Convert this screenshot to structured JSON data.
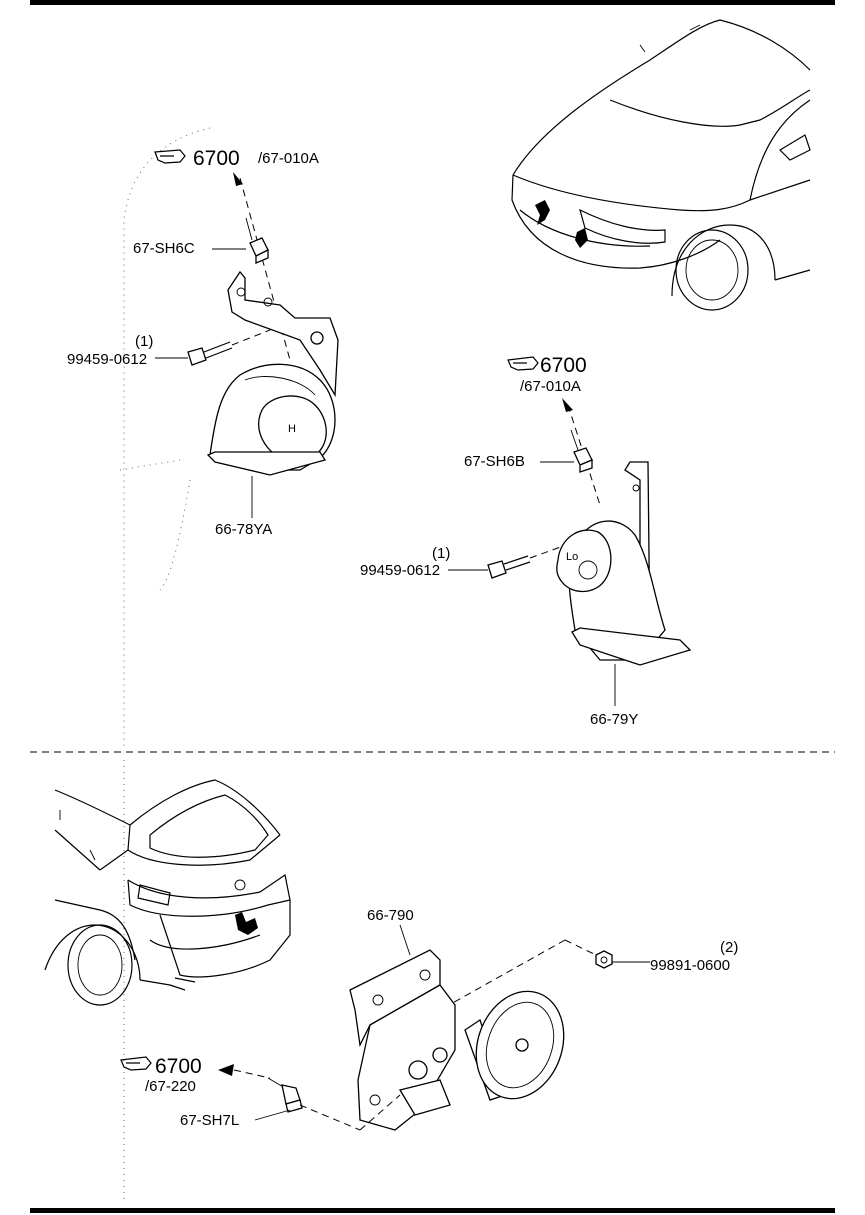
{
  "groups": [
    {
      "ref": {
        "number": "6700",
        "sub": "/67-010A"
      },
      "clip": "67-SH6C",
      "bolt": {
        "qty": "(1)",
        "code": "99459-0612"
      },
      "horn": "66-78YA"
    },
    {
      "ref": {
        "number": "6700",
        "sub": "/67-010A"
      },
      "clip": "67-SH6B",
      "bolt": {
        "qty": "(1)",
        "code": "99459-0612"
      },
      "horn": "66-79Y"
    },
    {
      "ref": {
        "number": "6700",
        "sub": "/67-220"
      },
      "clip": "67-SH7L",
      "bracket": "66-790",
      "nut": {
        "qty": "(2)",
        "code": "99891-0600"
      }
    }
  ],
  "icons": [
    "pointing-hand-icon",
    "car-front-view",
    "car-rear-view",
    "horn",
    "bolt",
    "nut",
    "clip",
    "bracket"
  ]
}
